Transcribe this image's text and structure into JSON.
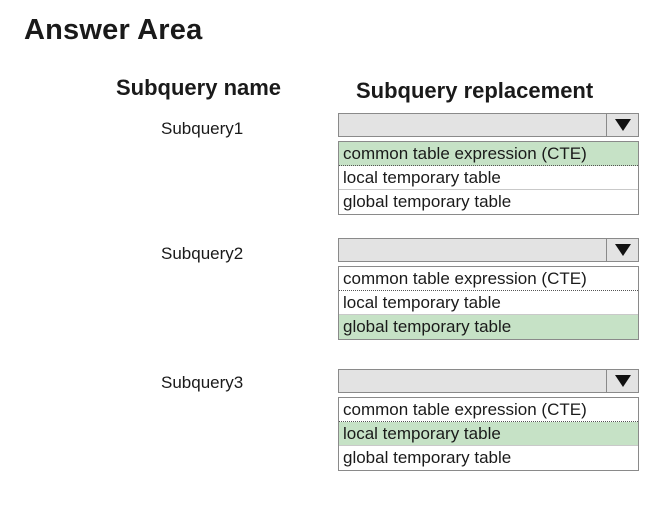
{
  "title": "Answer Area",
  "headers": {
    "name": "Subquery name",
    "replacement": "Subquery replacement"
  },
  "options": [
    "common table expression (CTE)",
    "local temporary table",
    "global temporary table"
  ],
  "rows": [
    {
      "label": "Subquery1",
      "selected": "common table expression (CTE)"
    },
    {
      "label": "Subquery2",
      "selected": "global temporary table"
    },
    {
      "label": "Subquery3",
      "selected": "local temporary table"
    }
  ],
  "icons": {
    "dropdown": "triangle-down-icon"
  },
  "colors": {
    "selected_bg": "#c6e2c6",
    "header_bg": "#e3e3e3"
  }
}
